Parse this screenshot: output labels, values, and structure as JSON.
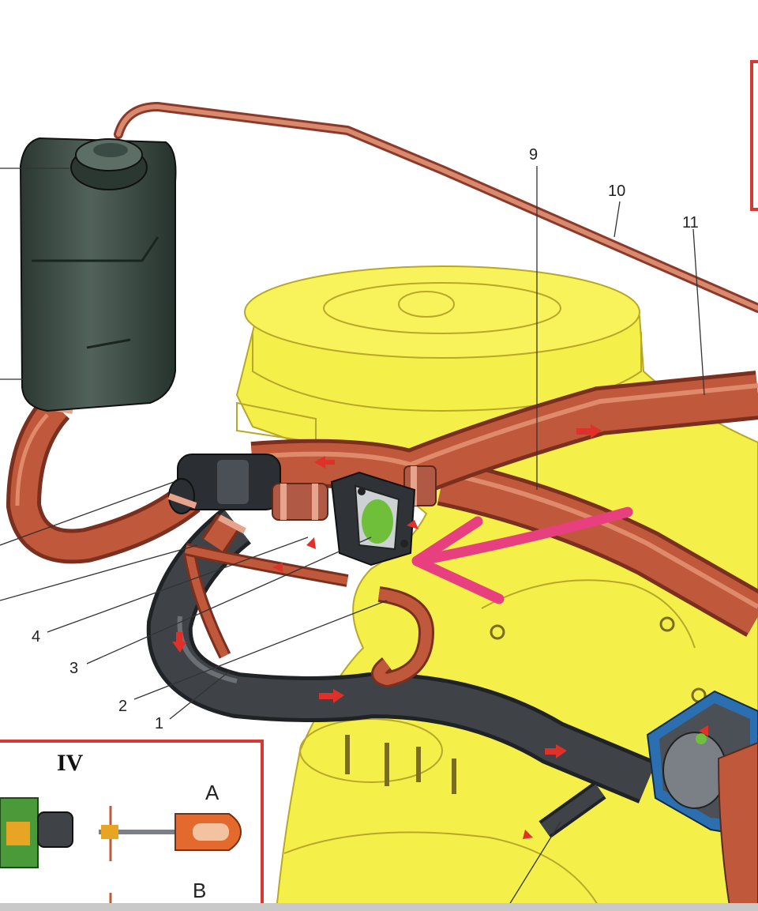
{
  "callouts": {
    "n1": "1",
    "n2": "2",
    "n3": "3",
    "n4": "4",
    "n9": "9",
    "n10": "10",
    "n11": "11"
  },
  "inset": {
    "title": "IV",
    "label_a": "A",
    "label_b": "B"
  },
  "colors": {
    "hose_copper": "#c0583b",
    "hose_dark": "#3f4347",
    "engine_yellow": "#f5ef4a",
    "tank": "#3a4a44",
    "flow_arrow": "#e0302a",
    "highlight_arrow": "#e8407e",
    "inset_border": "#d43a33",
    "coolant_green": "#6fbf3a"
  }
}
